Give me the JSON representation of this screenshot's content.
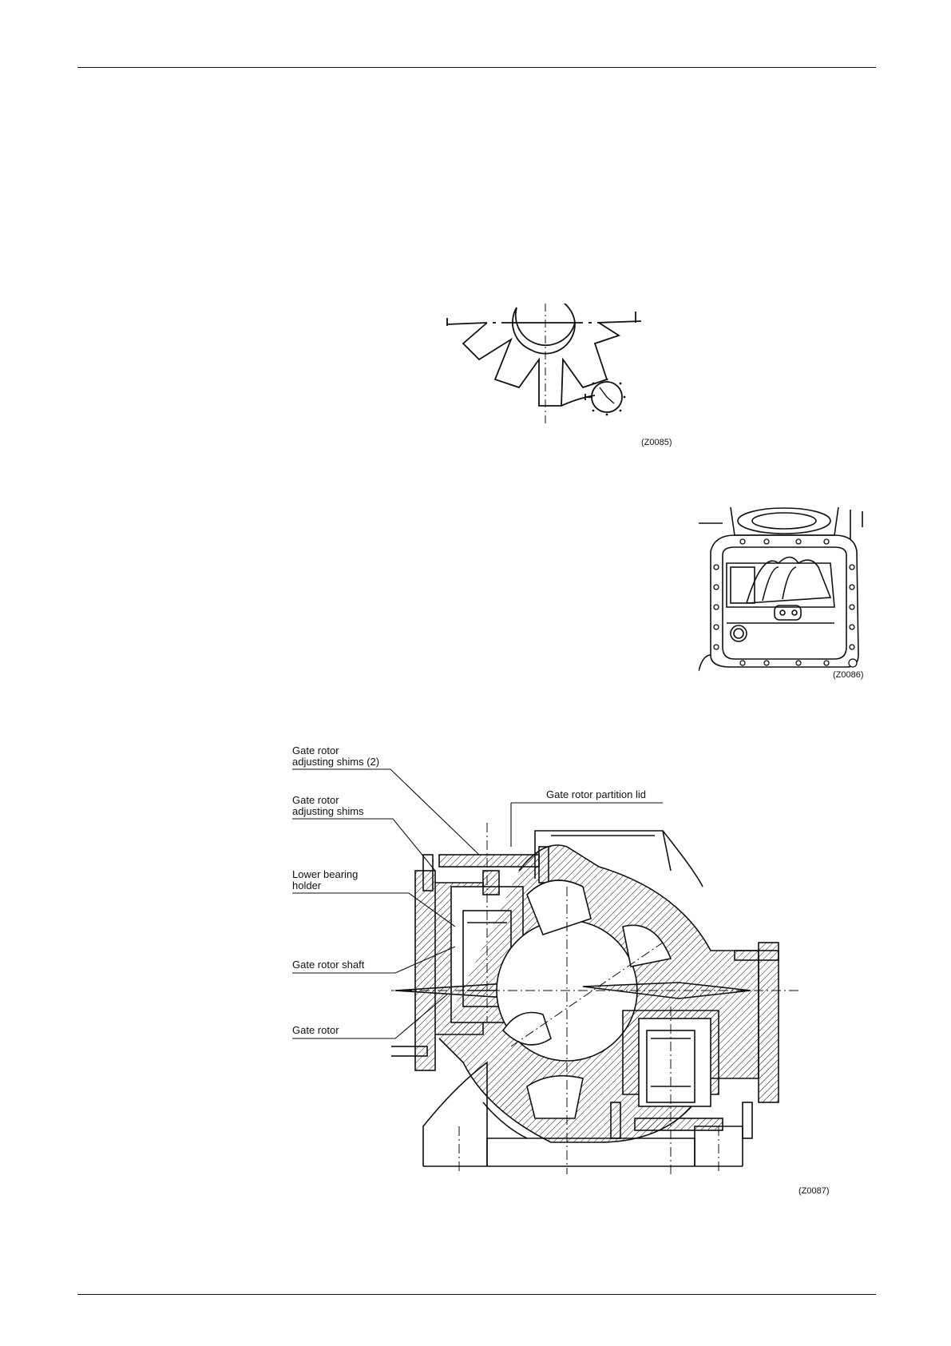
{
  "figures": [
    {
      "code": "(Z0085)"
    },
    {
      "code": "(Z0086)"
    },
    {
      "code": "(Z0087)",
      "labels": {
        "shims2": "Gate rotor\nadjusting shims (2)",
        "shims": "Gate rotor\nadjusting shims",
        "partition_lid": "Gate rotor partition lid",
        "lower_bearing": "Lower bearing\nholder",
        "shaft": "Gate rotor shaft",
        "rotor": "Gate rotor"
      }
    }
  ]
}
